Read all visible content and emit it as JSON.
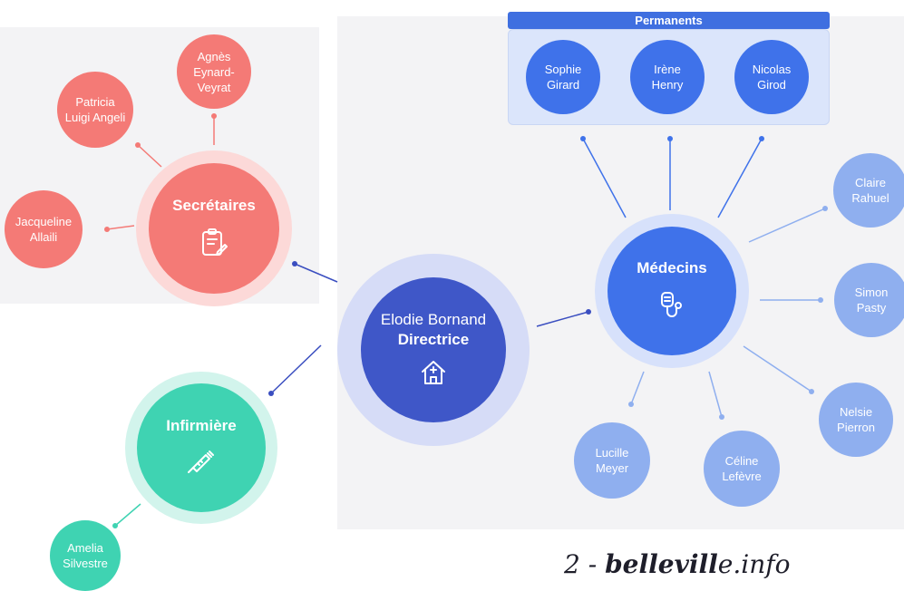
{
  "center": {
    "name": "Elodie Bornand",
    "role": "Directrice",
    "icon": "house-medical-icon"
  },
  "secretaires": {
    "title": "Secrétaires",
    "icon": "clipboard-icon",
    "members": [
      {
        "line1": "Agnès",
        "line2": "Eynard-",
        "line3": "Veyrat"
      },
      {
        "line1": "Patricia",
        "line2": "Luigi Angeli"
      },
      {
        "line1": "Jacqueline",
        "line2": "Allaili"
      }
    ]
  },
  "infirmiere": {
    "title": "Infirmière",
    "icon": "syringe-icon",
    "members": [
      {
        "line1": "Amelia",
        "line2": "Silvestre"
      }
    ]
  },
  "medecins": {
    "title": "Médecins",
    "icon": "stethoscope-icon",
    "permanents_label": "Permanents",
    "permanents": [
      {
        "line1": "Sophie",
        "line2": "Girard"
      },
      {
        "line1": "Irène",
        "line2": "Henry"
      },
      {
        "line1": "Nicolas",
        "line2": "Girod"
      }
    ],
    "others": [
      {
        "line1": "Claire",
        "line2": "Rahuel"
      },
      {
        "line1": "Simon",
        "line2": "Pasty"
      },
      {
        "line1": "Nelsie",
        "line2": "Pierron"
      },
      {
        "line1": "Céline",
        "line2": "Lefèvre"
      },
      {
        "line1": "Lucille",
        "line2": "Meyer"
      }
    ]
  },
  "footer": {
    "prefix": "2 -",
    "brand": "bellevill",
    "suffix": "e.info"
  },
  "colors": {
    "director": "#3f57c8",
    "director_ring": "#d6dcf7",
    "secretaires": "#f47a76",
    "secretaires_ring": "#fcd9d8",
    "infirmiere": "#3fd3b2",
    "infirmiere_ring": "#d2f4ec",
    "medecins": "#3f72ea",
    "medecins_ring": "#d7e1fb",
    "doctor_light": "#8fafef",
    "line_dark": "#3a4ec0"
  }
}
